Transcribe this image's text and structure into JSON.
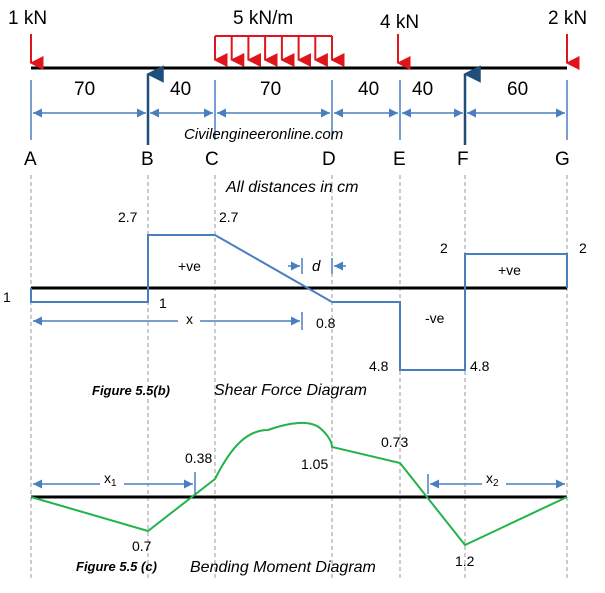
{
  "beam": {
    "loads": {
      "a": "1 kN",
      "udl": "5 kN/m",
      "e": "4 kN",
      "g": "2 kN"
    },
    "spans": [
      "70",
      "40",
      "70",
      "40",
      "40",
      "60"
    ],
    "points": [
      "A",
      "B",
      "C",
      "D",
      "E",
      "F",
      "G"
    ],
    "watermark": "Civilengineeronline.com",
    "distance_note": "All distances in cm",
    "colors": {
      "load": "#e0151b",
      "support": "#1f4e79",
      "dimension": "#4a7fbf",
      "sfd": "#4a7fbf",
      "bmd": "#22b34a"
    }
  },
  "sfd": {
    "values": {
      "start": "1",
      "b_low": "1",
      "b_high": "2.7",
      "c": "2.7",
      "d": "0.8",
      "e": "4.8",
      "f": "4.8",
      "f_high": "2",
      "g": "2"
    },
    "zone_pos_1": "+ve",
    "zone_neg": "-ve",
    "zone_pos_2": "+ve",
    "dim_d": "d",
    "dim_x": "x",
    "caption_num": "Figure 5.5(b)",
    "caption_text": "Shear Force Diagram"
  },
  "bmd": {
    "values": {
      "b": "0.7",
      "c": "0.38",
      "d": "1.05",
      "e": "0.73",
      "f": "1.2"
    },
    "x1": "x",
    "x1_sub": "1",
    "x2": "x",
    "x2_sub": "2",
    "caption_num": "Figure 5.5 (c)",
    "caption_text": "Bending Moment Diagram"
  }
}
